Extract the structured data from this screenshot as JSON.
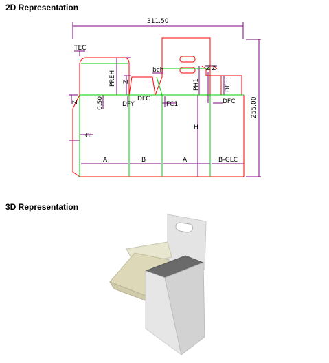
{
  "sections": {
    "title_2d": "2D Representation",
    "title_3d": "3D Representation"
  },
  "dimensions": {
    "overall_width": "311.50",
    "overall_height": "255.00"
  },
  "labels": {
    "tec": "TEC",
    "preh": "PREH",
    "bch": "bch",
    "ph1": "PH1",
    "z_top1": "Z",
    "z_top2": "Z",
    "dfh": "DFH",
    "dfc_left": "DFC",
    "dfc_right": "DFC",
    "z_left": "Z",
    "v_side": "0.50",
    "dfy": "DFY",
    "fc1": "FC1",
    "h": "H",
    "gl": "GL",
    "z_small": "Z",
    "a1": "A",
    "b": "B",
    "a2": "A",
    "b_glc": "B-GLC"
  },
  "colors": {
    "cut_line": "#ff0000",
    "fold_line": "#00cc00",
    "dimension_line": "#800080"
  }
}
